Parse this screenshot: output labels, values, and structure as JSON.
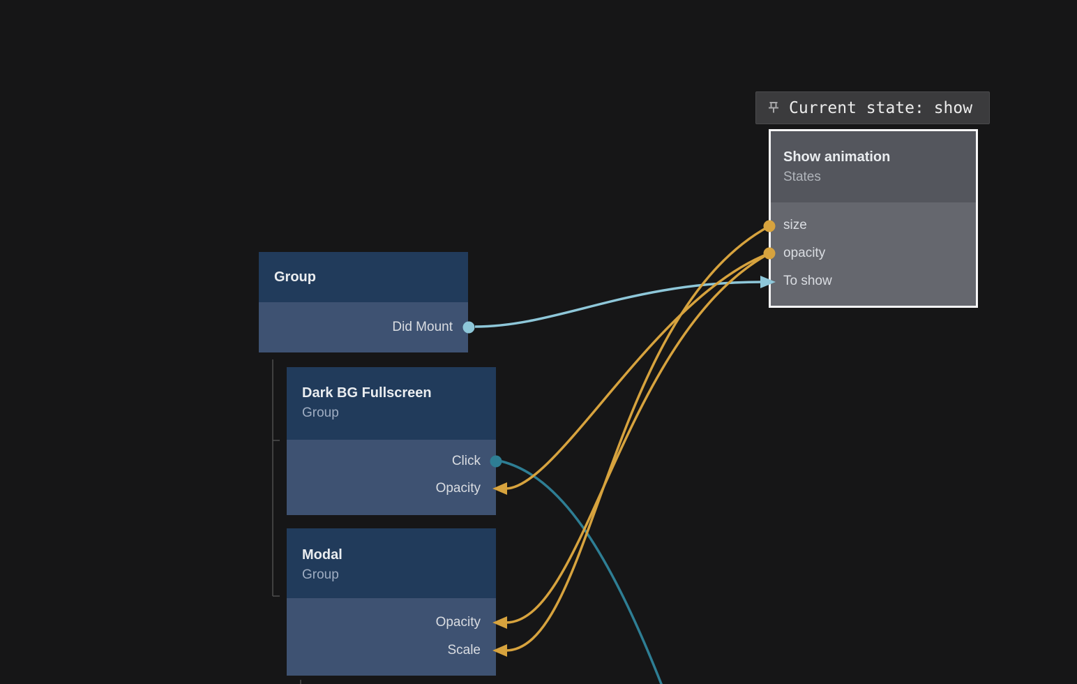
{
  "status_pill": {
    "icon": "pin-icon",
    "label": "Current state: show"
  },
  "nodes": {
    "show_animation": {
      "title": "Show animation",
      "subtitle": "States",
      "ports": [
        {
          "label": "size",
          "side": "left",
          "connector": "dot",
          "color": "#d7a33e"
        },
        {
          "label": "opacity",
          "side": "left",
          "connector": "dot",
          "color": "#d7a33e"
        },
        {
          "label": "To show",
          "side": "left",
          "connector": "arrow",
          "color": "#8ec7d9"
        }
      ]
    },
    "group": {
      "title": "Group",
      "ports": [
        {
          "label": "Did Mount",
          "side": "right",
          "connector": "dot",
          "color": "#8ec7d9"
        }
      ]
    },
    "dark_bg_fullscreen": {
      "title": "Dark BG Fullscreen",
      "subtitle": "Group",
      "ports": [
        {
          "label": "Click",
          "side": "right",
          "connector": "dot",
          "color": "#2e7e94"
        },
        {
          "label": "Opacity",
          "side": "right",
          "connector": "arrow",
          "color": "#d7a33e"
        }
      ]
    },
    "modal": {
      "title": "Modal",
      "subtitle": "Group",
      "ports": [
        {
          "label": "Opacity",
          "side": "right",
          "connector": "arrow",
          "color": "#d7a33e"
        },
        {
          "label": "Scale",
          "side": "right",
          "connector": "arrow",
          "color": "#d7a33e"
        }
      ]
    }
  },
  "connections": [
    {
      "from": "Group.Did Mount",
      "to": "Show animation.To show",
      "color": "#8ec7d9"
    },
    {
      "from": "Show animation.opacity",
      "to": "Dark BG Fullscreen.Opacity",
      "color": "#d7a33e"
    },
    {
      "from": "Show animation.opacity",
      "to": "Modal.Opacity",
      "color": "#d7a33e"
    },
    {
      "from": "Show animation.size",
      "to": "Modal.Scale",
      "color": "#d7a33e"
    },
    {
      "from": "Dark BG Fullscreen.Click",
      "to": "offscreen-bottom",
      "color": "#2e7e94"
    }
  ],
  "colors": {
    "canvas_background": "#161617",
    "pill_background": "#3b3b3d",
    "state_node_header": "#54565d",
    "state_node_body": "#65676e",
    "state_node_border": "#f7f7f8",
    "blue_node_header": "#213b5b",
    "blue_node_body": "#3e5272",
    "wire_orange": "#d7a33e",
    "wire_teal_light": "#8ec7d9",
    "wire_teal_dark": "#2e7e94",
    "hierarchy_line": "#4f4f4f"
  }
}
